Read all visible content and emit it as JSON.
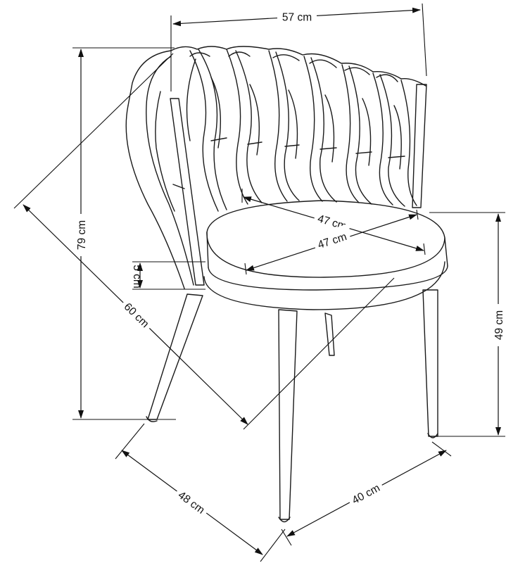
{
  "colors": {
    "ink": "#111111",
    "background": "#ffffff"
  },
  "dimensions": {
    "width": "57 cm",
    "height": "79 cm",
    "diagonal": "60 cm",
    "seat_depth": "47 cm",
    "seat_width": "47 cm",
    "seat_thickness": "5 cm",
    "seat_height": "49 cm",
    "base_depth": "48 cm",
    "base_width": "40 cm"
  }
}
